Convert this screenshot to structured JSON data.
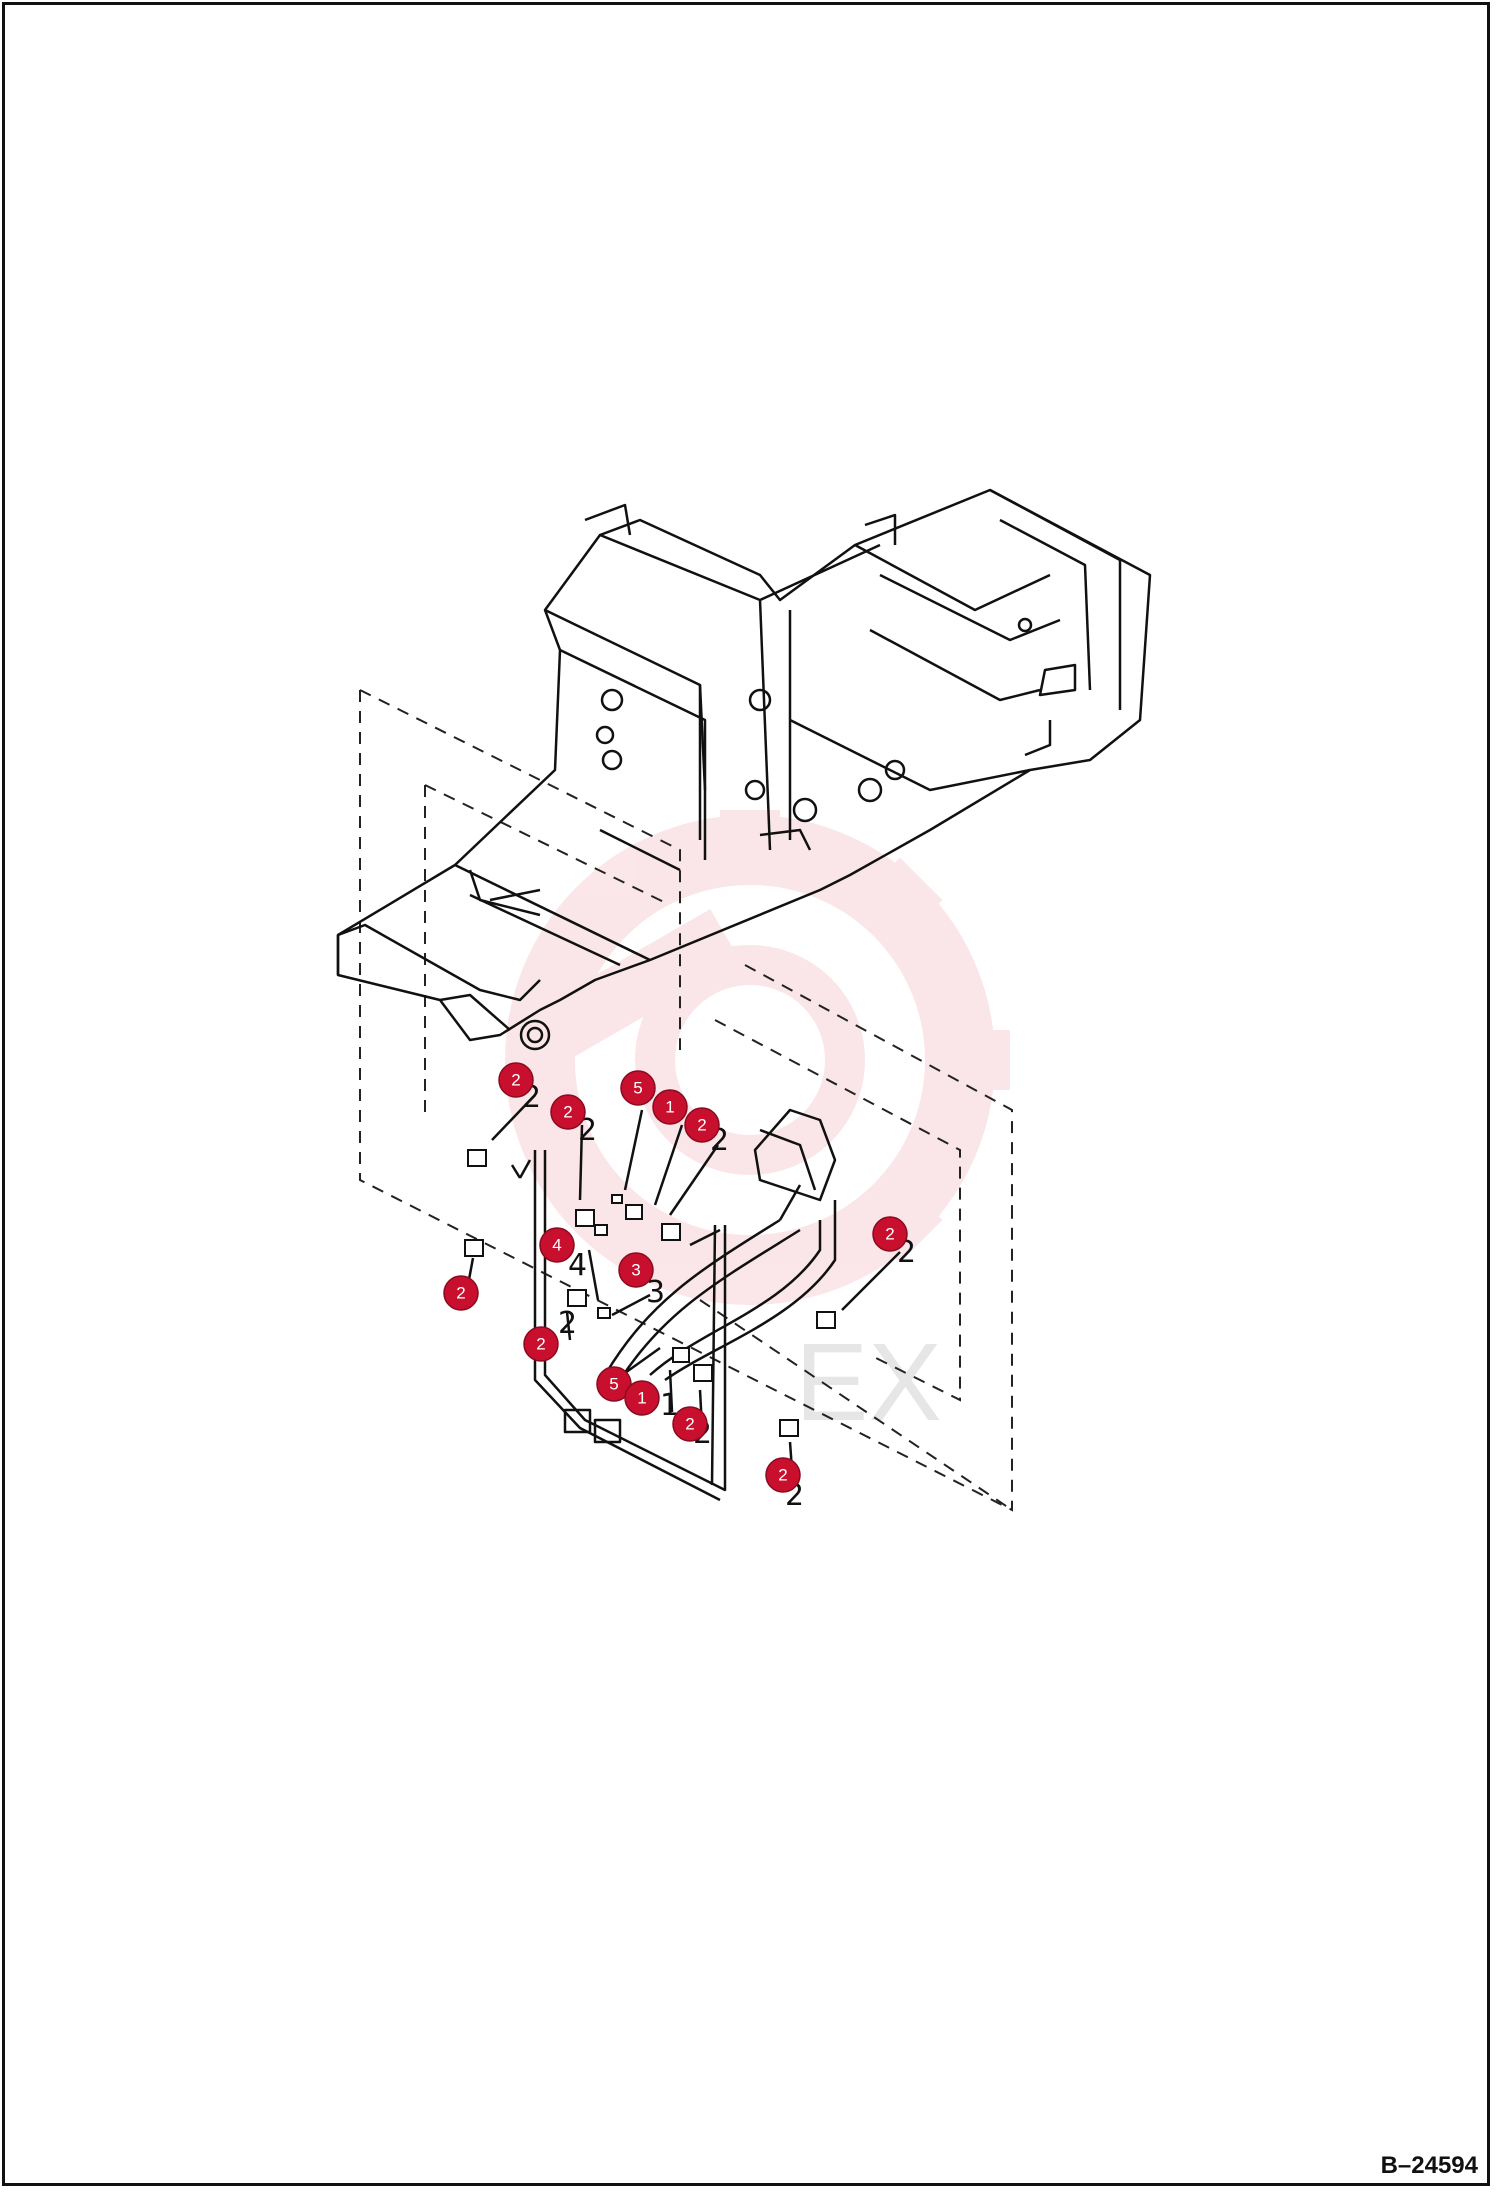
{
  "drawing_number": "B–24594",
  "watermark": "EX",
  "callouts": [
    {
      "id": "c1",
      "label": "2"
    },
    {
      "id": "c2",
      "label": "2"
    },
    {
      "id": "c3",
      "label": "5"
    },
    {
      "id": "c4",
      "label": "1"
    },
    {
      "id": "c5",
      "label": "2"
    },
    {
      "id": "c6",
      "label": "2"
    },
    {
      "id": "c7",
      "label": "4"
    },
    {
      "id": "c8",
      "label": "3"
    },
    {
      "id": "c9",
      "label": "2"
    },
    {
      "id": "c10",
      "label": "2"
    },
    {
      "id": "c11",
      "label": "5"
    },
    {
      "id": "c12",
      "label": "1"
    },
    {
      "id": "c13",
      "label": "2"
    },
    {
      "id": "c14",
      "label": "2"
    }
  ],
  "reference_numbers": [
    "2",
    "2",
    "2",
    "4",
    "3",
    "2",
    "1",
    "2",
    "2",
    "2"
  ],
  "colors": {
    "callout": "#c8102e",
    "line": "#111111",
    "watermark": "#f3b9bf"
  }
}
